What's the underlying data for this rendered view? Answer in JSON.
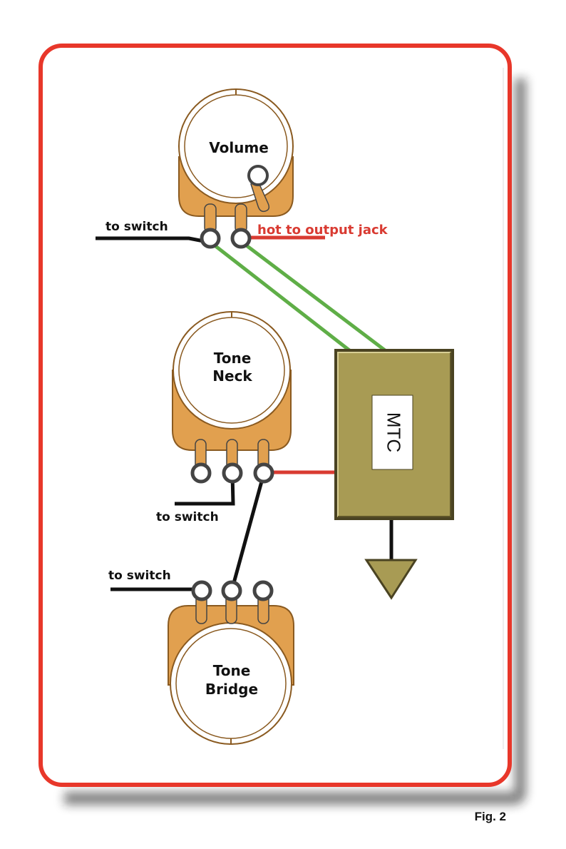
{
  "colors": {
    "frame_border": "#e8372a",
    "pot_body": "#e1a04f",
    "pot_face": "#ffffff",
    "wire_black": "#111111",
    "wire_red": "#d93b32",
    "wire_green": "#5fae47",
    "mtc_box": "#a89b54",
    "ground": "#a89b54"
  },
  "pots": {
    "volume": {
      "label": "Volume"
    },
    "tone_neck": {
      "label_line1": "Tone",
      "label_line2": "Neck"
    },
    "tone_bridge": {
      "label_line1": "Tone",
      "label_line2": "Bridge"
    }
  },
  "labels": {
    "volume_to_switch": "to switch",
    "hot_output": "hot to output jack",
    "neck_to_switch": "to switch",
    "bridge_to_switch": "to switch"
  },
  "mtc": {
    "label": "MTC"
  },
  "caption": "Fig. 2"
}
